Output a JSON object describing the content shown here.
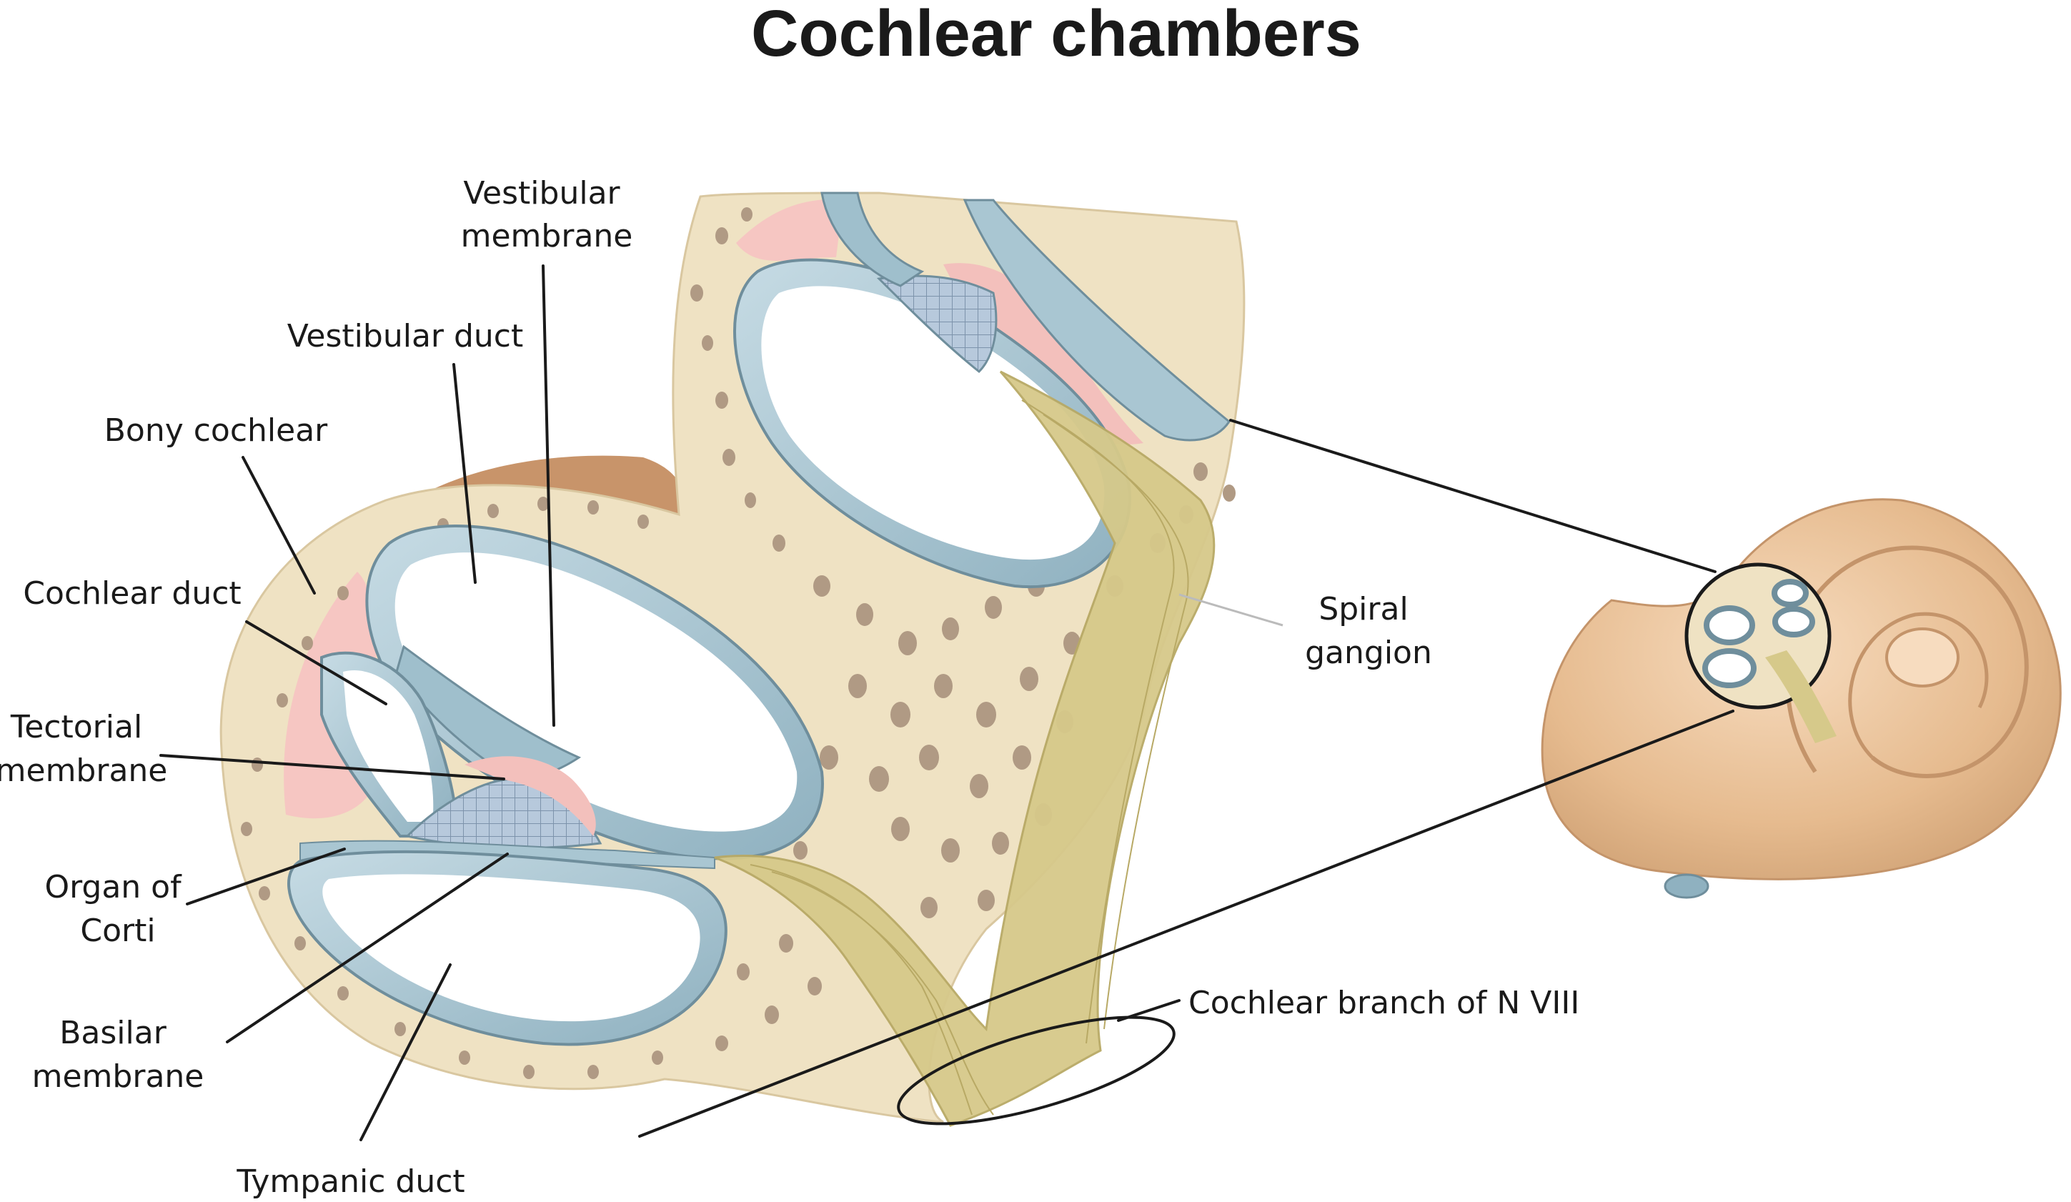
{
  "title": "Cochlear chambers",
  "labels": {
    "vestibular_membrane": [
      "Vestibular",
      "membrane"
    ],
    "vestibular_duct": [
      "Vestibular duct"
    ],
    "bony_cochlear": [
      "Bony cochlear"
    ],
    "cochlear_duct": [
      "Cochlear duct"
    ],
    "tectorial_membrane": [
      "Tectorial",
      "membrane"
    ],
    "organ_of_corti": [
      "Organ of",
      "Corti"
    ],
    "basilar_membrane": [
      "Basilar",
      "membrane"
    ],
    "tympanic_duct": [
      "Tympanic duct"
    ],
    "spiral_ganglion": [
      "Spiral",
      "gangion"
    ],
    "cochlear_branch": [
      "Cochlear branch of N VIII"
    ]
  },
  "colors": {
    "bone": "#efe2c3",
    "bone_pore": "#b09a84",
    "periosteum": "#f6c6c2",
    "duct_wall": "#a9c6d2",
    "duct_fill": "#ffffff",
    "nerve": "#d6c98a",
    "cochlea_shell": "#e3b98f",
    "outline": "#1a1a1a"
  }
}
